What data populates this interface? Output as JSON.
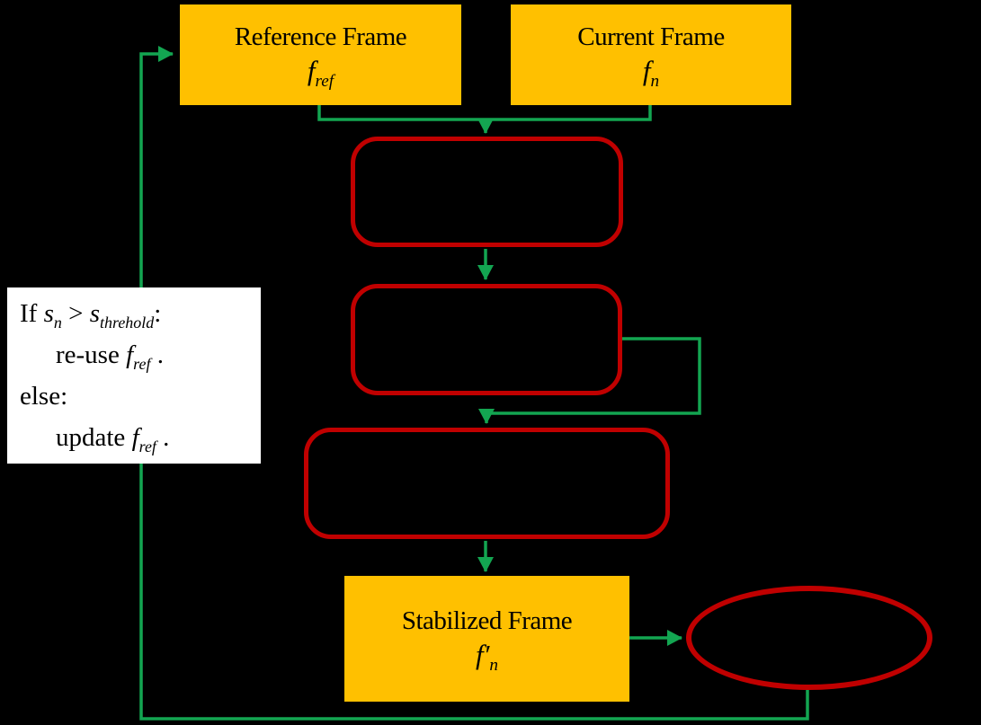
{
  "diagram": {
    "background": "#000000",
    "colors": {
      "frame_node_fill": "#FFC000",
      "process_outline": "#C00000",
      "connector": "#13A551",
      "condition_box_bg": "#FFFFFF",
      "text": "#000000"
    }
  },
  "nodes": {
    "reference_frame": {
      "title": "Reference Frame",
      "symbol_base": "f",
      "symbol_sub": "ref"
    },
    "current_frame": {
      "title": "Current Frame",
      "symbol_base": "f",
      "symbol_sub": "n"
    },
    "stabilized_frame": {
      "title": "Stabilized Frame",
      "symbol_base": "f",
      "symbol_prime": "′",
      "symbol_sub": "n"
    },
    "process_1": {
      "label": ""
    },
    "process_2": {
      "label": ""
    },
    "process_3": {
      "label": ""
    },
    "end_ellipse": {
      "label": ""
    }
  },
  "condition_box": {
    "line1": {
      "t1": "If ",
      "v1": "s",
      "s1": "n",
      "t2": " > ",
      "v2": "s",
      "s2": "threhold",
      "t3": ":"
    },
    "line2": {
      "t1": "re-use ",
      "v1": "f",
      "s1": "ref",
      "t2": " ."
    },
    "line3": {
      "t1": "else:"
    },
    "line4": {
      "t1": "update ",
      "v1": "f",
      "s1": "ref",
      "t2": " ."
    }
  }
}
